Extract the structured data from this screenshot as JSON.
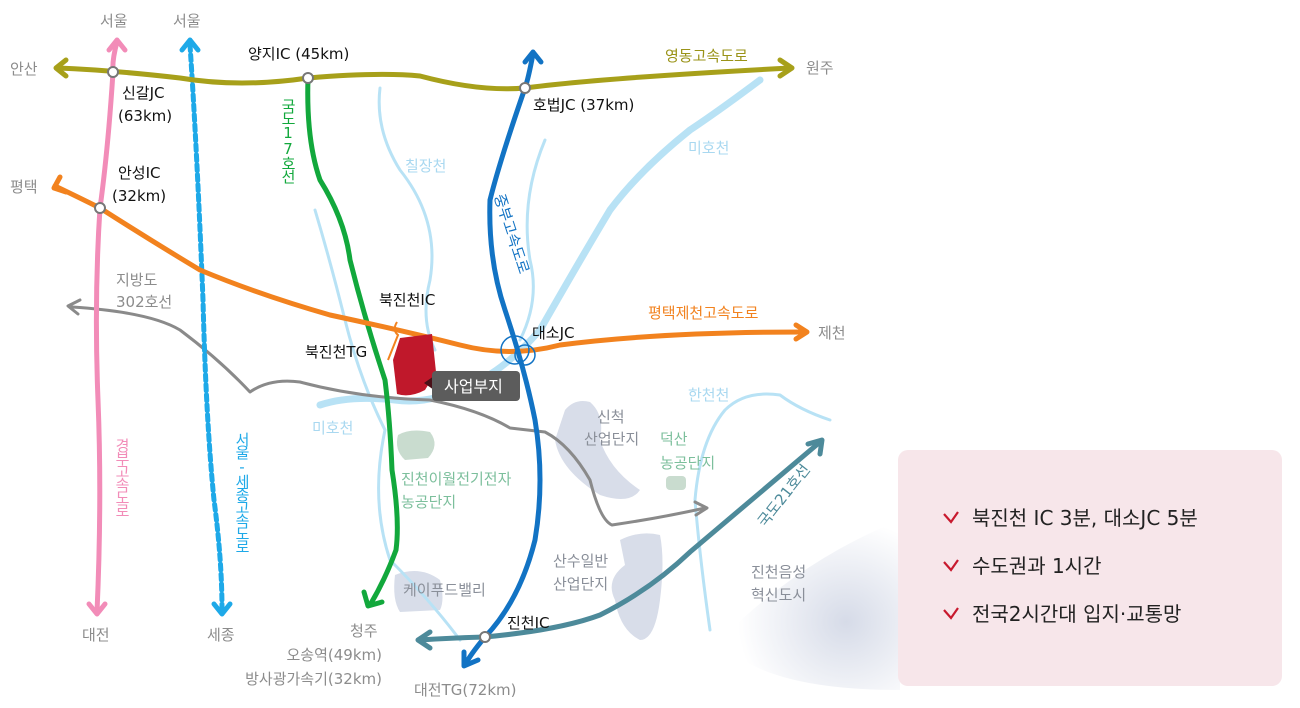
{
  "colors": {
    "yeongdong": "#a7a01a",
    "gyeongbu": "#f28cb8",
    "seoul_sejong": "#1ea9e8",
    "route17": "#12a83c",
    "jungbu": "#1273c4",
    "pyeongtaek_jecheon": "#f2821e",
    "route302": "#8a8a8a",
    "route21": "#4d8a9a",
    "site": "#c0182b",
    "check": "#c8192e",
    "panel_bg": "#f7e6ea"
  },
  "destinations": {
    "seoul1": "서울",
    "seoul2": "서울",
    "ansan": "안산",
    "wonju": "원주",
    "pyeongtaek": "평택",
    "jecheon": "제천",
    "daejeon": "대전",
    "sejong": "세종",
    "cheongju": "청주",
    "osong": "오송역(49km)",
    "bangsa": "방사광가속기(32km)",
    "daejeon_tg": "대전TG(72km)"
  },
  "roads": {
    "yeongdong": "영동고속도로",
    "gyeongbu": "경부고속도로",
    "seoul_sejong": "서울-세종고속도로",
    "route17": "국도17호선",
    "jungbu": "중부고속도로",
    "pyeongtaek_jecheon": "평택제천고속도로",
    "route302_l1": "지방도",
    "route302_l2": "302호선",
    "route21": "국도21호선"
  },
  "junctions": {
    "singal_l1": "신갈JC",
    "singal_l2": "(63km)",
    "anseong_l1": "안성IC",
    "anseong_l2": "(32km)",
    "yangji": "양지IC (45km)",
    "hobeop": "호법JC (37km)",
    "bukjincheon_ic": "북진천IC",
    "bukjincheon_tg": "북진천TG",
    "daeso": "대소JC",
    "jincheon_ic": "진천IC"
  },
  "rivers": {
    "chiljang": "칠장천",
    "miho1": "미호천",
    "miho2": "미호천",
    "hancheon": "한천천"
  },
  "zones": {
    "site": "사업부지",
    "sincheok_l1": "신척",
    "sincheok_l2": "산업단지",
    "deoksan_l1": "덕산",
    "deoksan_l2": "농공단지",
    "iwol_l1": "진천이월전기전자",
    "iwol_l2": "농공단지",
    "kfood": "케이푸드밸리",
    "sansu_l1": "산수일반",
    "sansu_l2": "산업단지",
    "innov_l1": "진천음성",
    "innov_l2": "혁신도시"
  },
  "panel": {
    "items": [
      "북진천 IC 3분, 대소JC 5분",
      "수도권과 1시간",
      "전국2시간대 입지·교통망"
    ]
  }
}
